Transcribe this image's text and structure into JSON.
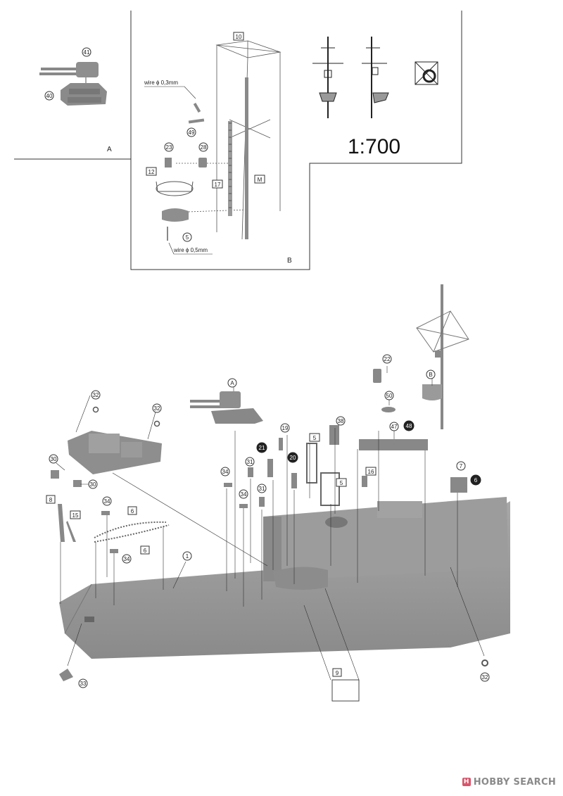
{
  "diagram": {
    "scale": "1:700",
    "sections": {
      "a": "A",
      "b": "B"
    },
    "wires": {
      "thin": "wire ϕ 0,3mm",
      "thick": "wire ϕ 0,5mm"
    },
    "parts_a": {
      "p41": "41",
      "p40": "40"
    },
    "parts_b": {
      "p10": "10",
      "p49": "49",
      "p23": "23",
      "p28": "28",
      "p12": "12",
      "p17": "17",
      "pM": "M",
      "p5": "5"
    },
    "parts_main": {
      "p32a": "32",
      "p32b": "32",
      "p30a": "30",
      "p30b": "30",
      "pA": "A",
      "p19": "19",
      "p38": "38",
      "p22": "22",
      "pB": "B",
      "p50": "50",
      "p47": "47",
      "p48": "48",
      "p5a": "5",
      "p5b": "5",
      "p21": "21",
      "p20": "20",
      "p16": "16",
      "p7": "7",
      "p6": "6",
      "p34a": "34",
      "p34b": "34",
      "p34c": "34",
      "p34d": "34",
      "p31a": "31",
      "p31b": "31",
      "p8": "8",
      "p15": "15",
      "p6a": "6",
      "p6b": "6",
      "p1": "1",
      "p33": "33",
      "p9": "9",
      "p32c": "32"
    },
    "colors": {
      "hull": "#9a9a9a",
      "hull_dark": "#7d7d7d",
      "line": "#333333"
    }
  },
  "watermark": {
    "icon": "H",
    "text": "HOBBY SEARCH"
  }
}
